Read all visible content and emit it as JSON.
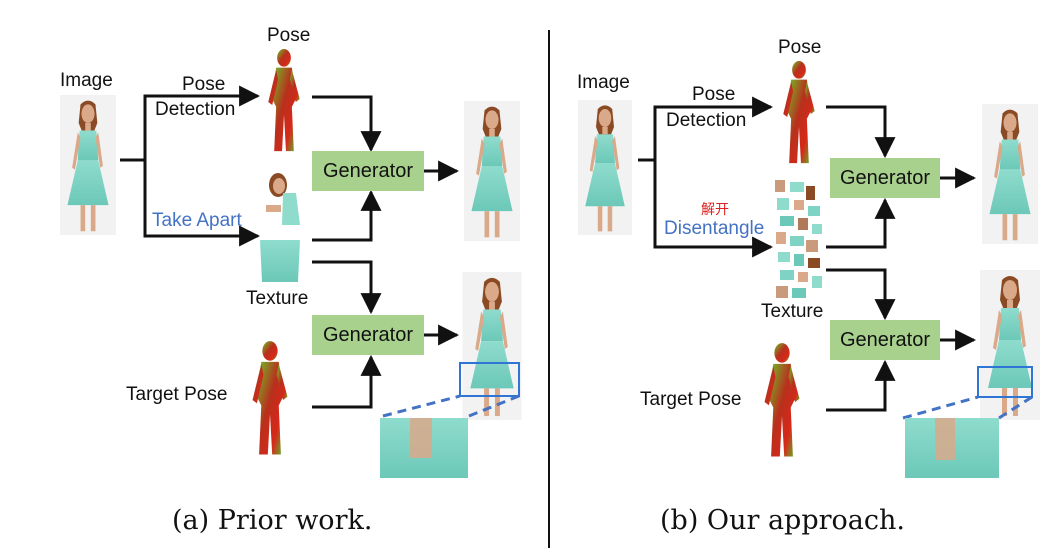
{
  "prior": {
    "pose_title": "Pose",
    "image_label": "Image",
    "pose_detection_line1": "Pose",
    "pose_detection_line2": "Detection",
    "take_apart": "Take Apart",
    "texture_label": "Texture",
    "generator_top": "Generator",
    "generator_bottom": "Generator",
    "target_pose": "Target Pose",
    "caption": "(a) Prior work."
  },
  "ours": {
    "pose_title": "Pose",
    "image_label": "Image",
    "pose_detection_line1": "Pose",
    "pose_detection_line2": "Detection",
    "disentangle_cn": "解开",
    "disentangle": "Disentangle",
    "texture_label": "Texture",
    "generator_top": "Generator",
    "generator_bottom": "Generator",
    "target_pose": "Target Pose",
    "caption": "(b) Our approach."
  },
  "colors": {
    "generator_fill": "#a9d18e",
    "highlight_blue": "#4472c4",
    "dress": "#7fd3c4",
    "skin": "#d9a98a",
    "hair": "#8a4a24",
    "pose_red": "#d8281a",
    "pose_green": "#6cc32a"
  }
}
